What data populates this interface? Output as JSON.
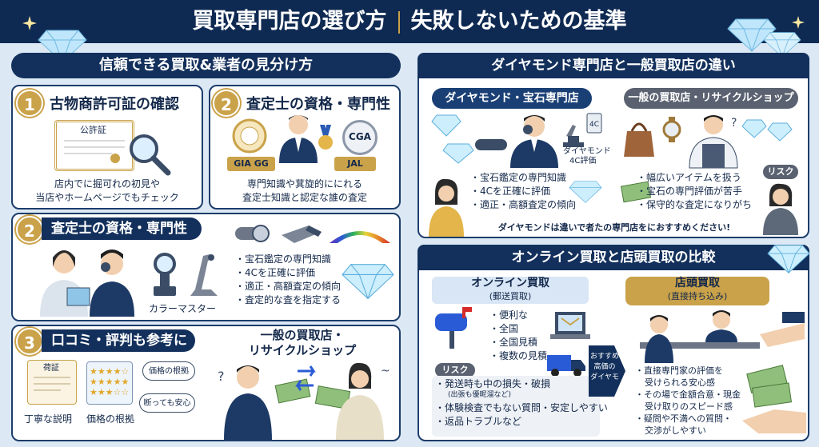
{
  "header": {
    "title_left": "買取専門店の選び方",
    "title_right": "失敗しないための基準"
  },
  "left": {
    "section_title": "信頼できる買取&業者の見分け方",
    "card1": {
      "num": "1",
      "heading": "古物商許可証の確認",
      "certificate_label": "公許証",
      "desc": [
        "店内でに掘可れの初見や",
        "当店やホームページでもチェック"
      ]
    },
    "card2": {
      "num": "2",
      "heading": "査定士の資格・専門性",
      "badges": [
        "GIA GG",
        "JAL",
        "CGA"
      ],
      "desc": [
        "専門知識や萁旋的ににれる",
        "査定士知識と認定な誰の査定"
      ]
    },
    "card3": {
      "num": "2",
      "heading": "査定士の資格・専門性",
      "tool_caption": "カラーマスター",
      "bullets": [
        "宝石鑑定の専門知識",
        "4Cを正確に評価",
        "適正・高額査定の傾向",
        "査定的な査を指定する"
      ]
    },
    "card4": {
      "num": "3",
      "heading": "口コミ・評判も参考に",
      "review_tag": "荷証",
      "captions": [
        "丁寧な説明",
        "価格の根拠"
      ],
      "bubbles": [
        "価格の根拠",
        "断っても安心"
      ],
      "shop_title": [
        "一般の買取店・",
        "リサイクルショップ"
      ]
    }
  },
  "right": {
    "diamond_section": {
      "title": "ダイヤモンド専門店と一般買取店の違い",
      "specialist": {
        "label": "ダイヤモンド・宝石専門店",
        "gauge_label": "4C",
        "caption": [
          "ダイヤモンド",
          "4C評価"
        ],
        "bullets": [
          "宝石鑑定の専門知識",
          "4Cを正確に評価",
          "適正・高額査定の傾向"
        ]
      },
      "general": {
        "label": "一般の買取店・リサイクルショップ",
        "risk_label": "リスク",
        "bullets": [
          "幅広いアイテムを扱う",
          "宝石の専門評価が苦手",
          "保守的な査定になりがち"
        ]
      },
      "recommend": "ダイヤモンドは違いで者たの専門店をにおすすめください!"
    },
    "online_section": {
      "title": "オンライン買取と店頭買取の比較",
      "online": {
        "label": "オンライン買取",
        "sub": "(郵送買取)",
        "bullets": [
          "便利な",
          "全国",
          "全国見積",
          "複数の見積"
        ],
        "risk_label": "リスク",
        "risks": [
          "発送時も中の損失・破損",
          "体験検査でもない質問・安定しやすい",
          "返品トラブルなど"
        ],
        "risk_note": "(出張も優昵溜など)"
      },
      "arrow": [
        "おすすめ",
        "高価の",
        "ダイヤモ"
      ],
      "store": {
        "label": "店頭買取",
        "sub": "(直接持ち込み)",
        "bullets": [
          "直接専門家の評価を",
          "受けられる安心感",
          "その場で金額合意・現金",
          "受け取りのスピード感",
          "疑問や不満への質問・",
          "交渉がしやすい"
        ]
      }
    }
  },
  "colors": {
    "navy": "#13305c",
    "gold": "#c9a24a",
    "background": "#dce9f5"
  }
}
